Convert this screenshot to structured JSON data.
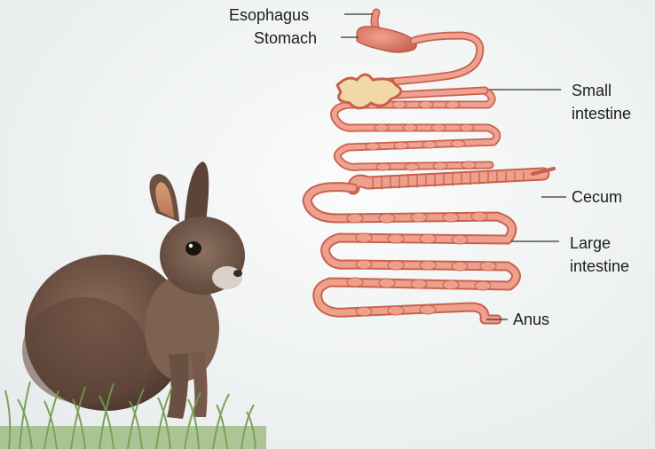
{
  "labels": {
    "esophagus": "Esophagus",
    "stomach": "Stomach",
    "small_intestine_line1": "Small",
    "small_intestine_line2": "intestine",
    "cecum": "Cecum",
    "large_intestine_line1": "Large",
    "large_intestine_line2": "intestine",
    "anus": "Anus"
  },
  "colors": {
    "intestine": "#e8907c",
    "intestine_dark": "#c9604f",
    "stomach": "#df7a64",
    "cecum_pouch": "#f1d9a7",
    "rabbit_fur": "#6e5446",
    "grass": "#6f9a4a",
    "leader_line": "#333333"
  }
}
